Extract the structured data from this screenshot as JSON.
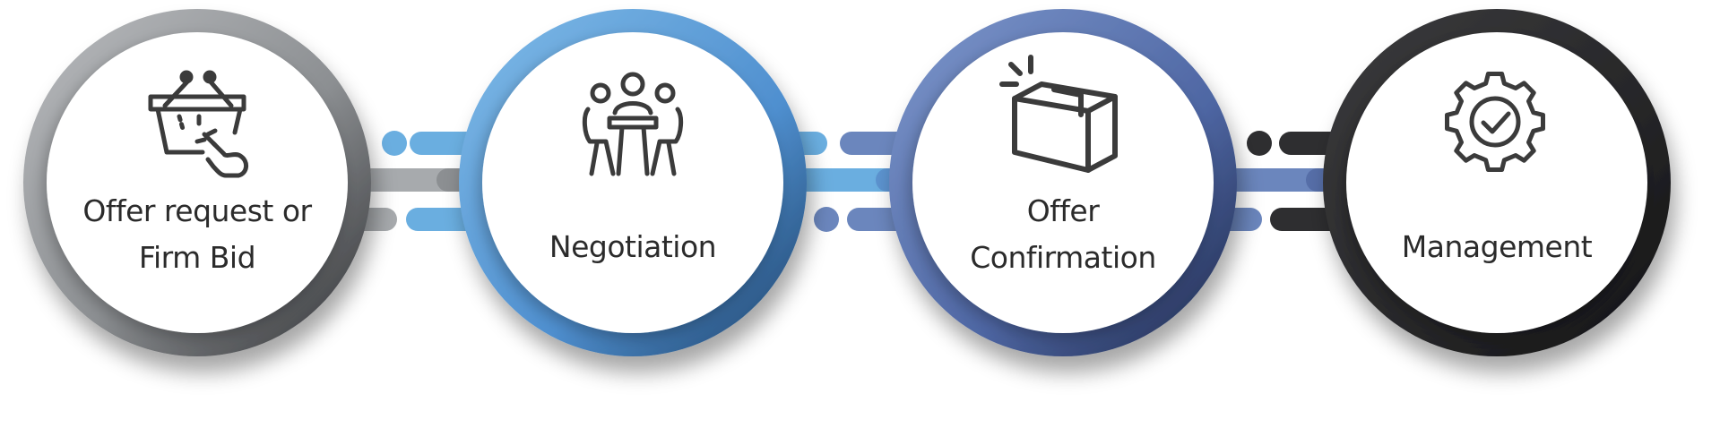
{
  "colors": {
    "gray": "#a7aaad",
    "gray_dark": "#3a3a3a",
    "light_blue": "#6aaee0",
    "slate_blue": "#6b86bd",
    "charcoal": "#2e2e30"
  },
  "steps": [
    {
      "label": "Offer request or\nFirm Bid",
      "icon": "shopping-basket-click-icon"
    },
    {
      "label": "Negotiation",
      "icon": "meeting-table-icon"
    },
    {
      "label": "Offer\nConfirmation",
      "icon": "shipping-box-icon"
    },
    {
      "label": "Management",
      "icon": "gear-check-icon"
    }
  ]
}
